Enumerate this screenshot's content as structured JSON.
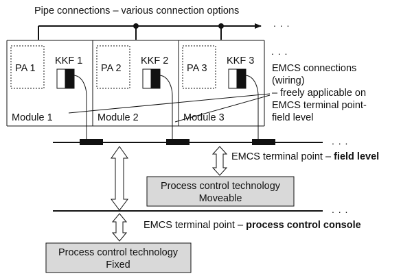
{
  "pipe_label": "Pipe connections – various connection options",
  "ellipsis": ". . .",
  "modules": [
    {
      "pa": "PA 1",
      "kkf": "KKF 1",
      "name": "Module 1"
    },
    {
      "pa": "PA 2",
      "kkf": "KKF 2",
      "name": "Module 2"
    },
    {
      "pa": "PA 3",
      "kkf": "KKF 3",
      "name": "Module 3"
    }
  ],
  "emcs_note": [
    "EMCS connections",
    "(wiring)",
    "– freely applicable on",
    "EMCS terminal point-",
    "field level"
  ],
  "field_level": {
    "prefix": "EMCS terminal point – ",
    "bold": "field level"
  },
  "console_level": {
    "prefix": "EMCS terminal point – ",
    "bold": "process control console"
  },
  "moveable_box": [
    "Process control technology",
    "Moveable"
  ],
  "fixed_box": [
    "Process control technology",
    "Fixed"
  ],
  "colors": {
    "box_fill": "#d9d9d9",
    "line": "#111111"
  }
}
